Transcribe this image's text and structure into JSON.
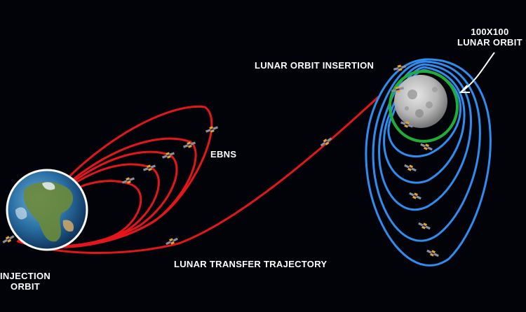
{
  "labels": {
    "lunar_orbit_insertion": "LUNAR ORBIT INSERTION",
    "orbit_100x100_line1": "100X100",
    "orbit_100x100_line2": "LUNAR ORBIT",
    "ebns": "EBNS",
    "lunar_transfer_trajectory": "LUNAR TRANSFER TRAJECTORY",
    "injection_line1": "INJECTION",
    "injection_line2": "ORBIT"
  },
  "colors": {
    "background": "#020309",
    "earth_orbits": "#e3161b",
    "lunar_orbits": "#2f8df0",
    "final_lunar_orbit": "#1fae3a",
    "text": "#ffffff"
  },
  "bodies": [
    "earth",
    "moon"
  ],
  "spacecraft_icon": "satellite-icon"
}
